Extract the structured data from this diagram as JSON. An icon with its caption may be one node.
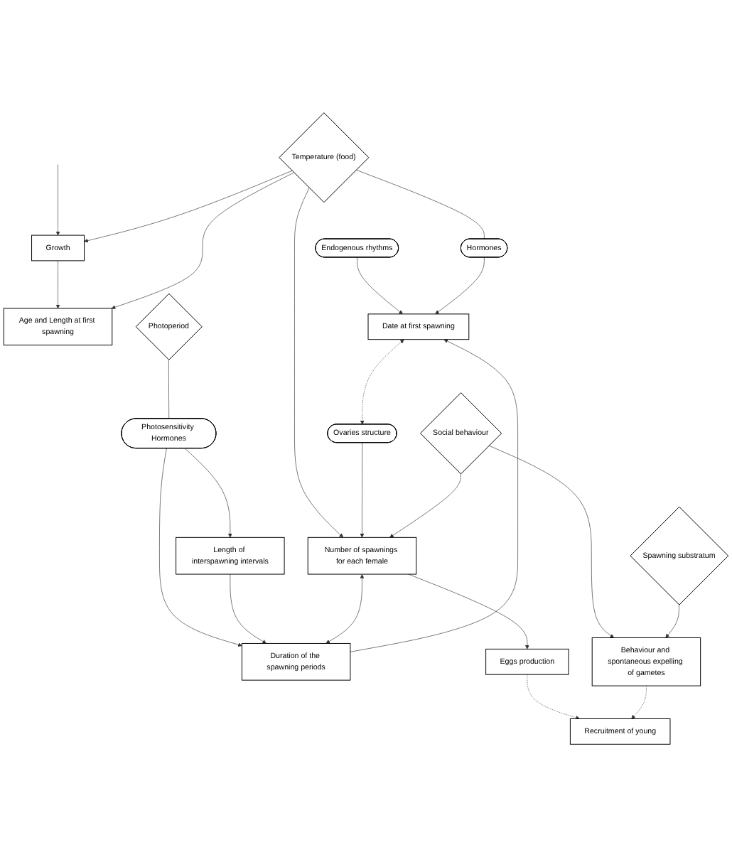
{
  "diagram": {
    "nodes": [
      {
        "text": [
          "Growth"
        ]
      },
      {
        "text": [
          "Endogenous rhythms"
        ]
      },
      {
        "text": [
          "Age and Length at first spawning"
        ]
      },
      {
        "text": [
          "Temperature (food)"
        ]
      },
      {
        "text": [
          "Photoperiod"
        ]
      },
      {
        "text": [
          "Date at first spawning"
        ]
      },
      {
        "text": [
          "Hormones"
        ]
      },
      {
        "text": [
          "Photosensitivity Hormones"
        ]
      },
      {
        "text": [
          "Duration of the spawning periods"
        ]
      },
      {
        "text": [
          "Length of interspawning intervals"
        ]
      },
      {
        "text": [
          "Ovaries structure"
        ]
      },
      {
        "text": [
          "Number of spawnings for each female"
        ]
      },
      {
        "text": [
          "Eggs production"
        ]
      },
      {
        "text": [
          "Social behaviour"
        ]
      },
      {
        "text": [
          "Behaviour and spontaneous expelling of gametes"
        ]
      },
      {
        "text": [
          "Recruitment of young"
        ]
      },
      {
        "text": [
          "Spawning substratum"
        ]
      }
    ],
    "edges": [
      {
        "from": null,
        "to": 0,
        "arrow": "to"
      },
      {
        "from": 0,
        "to": 2,
        "arrow": "to"
      },
      {
        "from": 3,
        "to": 2,
        "arrow": "to"
      },
      {
        "from": 3,
        "to": 0,
        "arrow": "to"
      },
      {
        "from": 3,
        "to": 6,
        "arrow": "none"
      },
      {
        "from": 1,
        "to": 5,
        "arrow": "to"
      },
      {
        "from": 6,
        "to": 5,
        "arrow": "to"
      },
      {
        "from": 3,
        "to": 11,
        "arrow": "to"
      },
      {
        "from": 4,
        "to": 7,
        "arrow": "none"
      },
      {
        "from": 7,
        "to": 8,
        "arrow": "to"
      },
      {
        "from": 7,
        "to": 9,
        "arrow": "to"
      },
      {
        "from": 8,
        "to": 5,
        "arrow": "to"
      },
      {
        "from": 9,
        "to": 8,
        "arrow": "to"
      },
      {
        "from": 10,
        "to": 5,
        "arrow": "both",
        "style": "dashed"
      },
      {
        "from": 8,
        "to": 11,
        "arrow": "both"
      },
      {
        "from": 10,
        "to": 11,
        "arrow": "to"
      },
      {
        "from": 13,
        "to": 11,
        "arrow": "to"
      },
      {
        "from": 13,
        "to": 14,
        "arrow": "to"
      },
      {
        "from": 11,
        "to": 12,
        "arrow": "to"
      },
      {
        "from": 12,
        "to": 15,
        "arrow": "to",
        "style": "dashed"
      },
      {
        "from": 14,
        "to": 15,
        "arrow": "to",
        "style": "dashed"
      },
      {
        "from": 16,
        "to": 14,
        "arrow": "to"
      }
    ]
  }
}
